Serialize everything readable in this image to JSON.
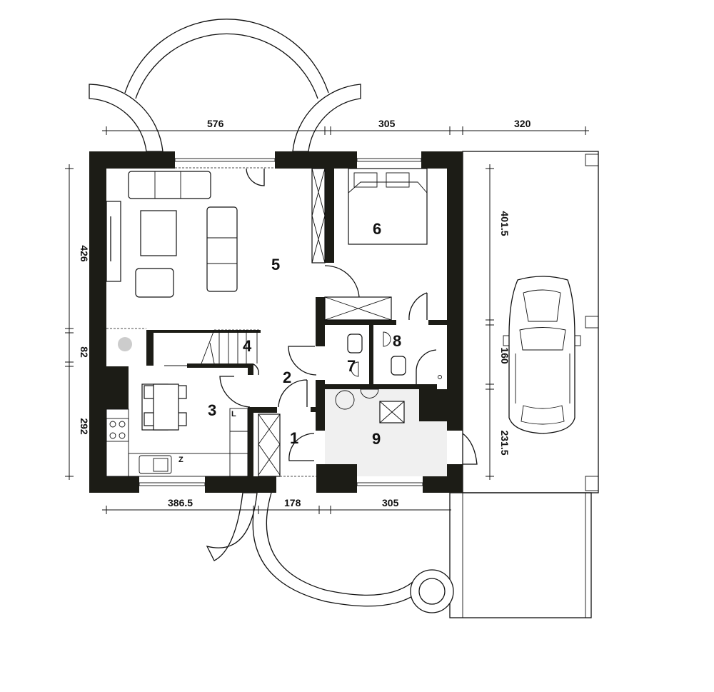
{
  "rooms": {
    "r1": "1",
    "r2": "2",
    "r3": "3",
    "r4": "4",
    "r5": "5",
    "r6": "6",
    "r7": "7",
    "r8": "8",
    "r9": "9"
  },
  "dimensions": {
    "top": [
      "576",
      "305",
      "320"
    ],
    "bottom": [
      "386.5",
      "178",
      "305"
    ],
    "left": [
      "426",
      "82",
      "292"
    ],
    "right": [
      "401.5",
      "160",
      "231.5"
    ]
  },
  "kitchen_marks": {
    "fridge": "L",
    "sink": "Z"
  },
  "colors": {
    "wall": "#1c1c16",
    "bathroom_floor": "#f0f0f0"
  }
}
